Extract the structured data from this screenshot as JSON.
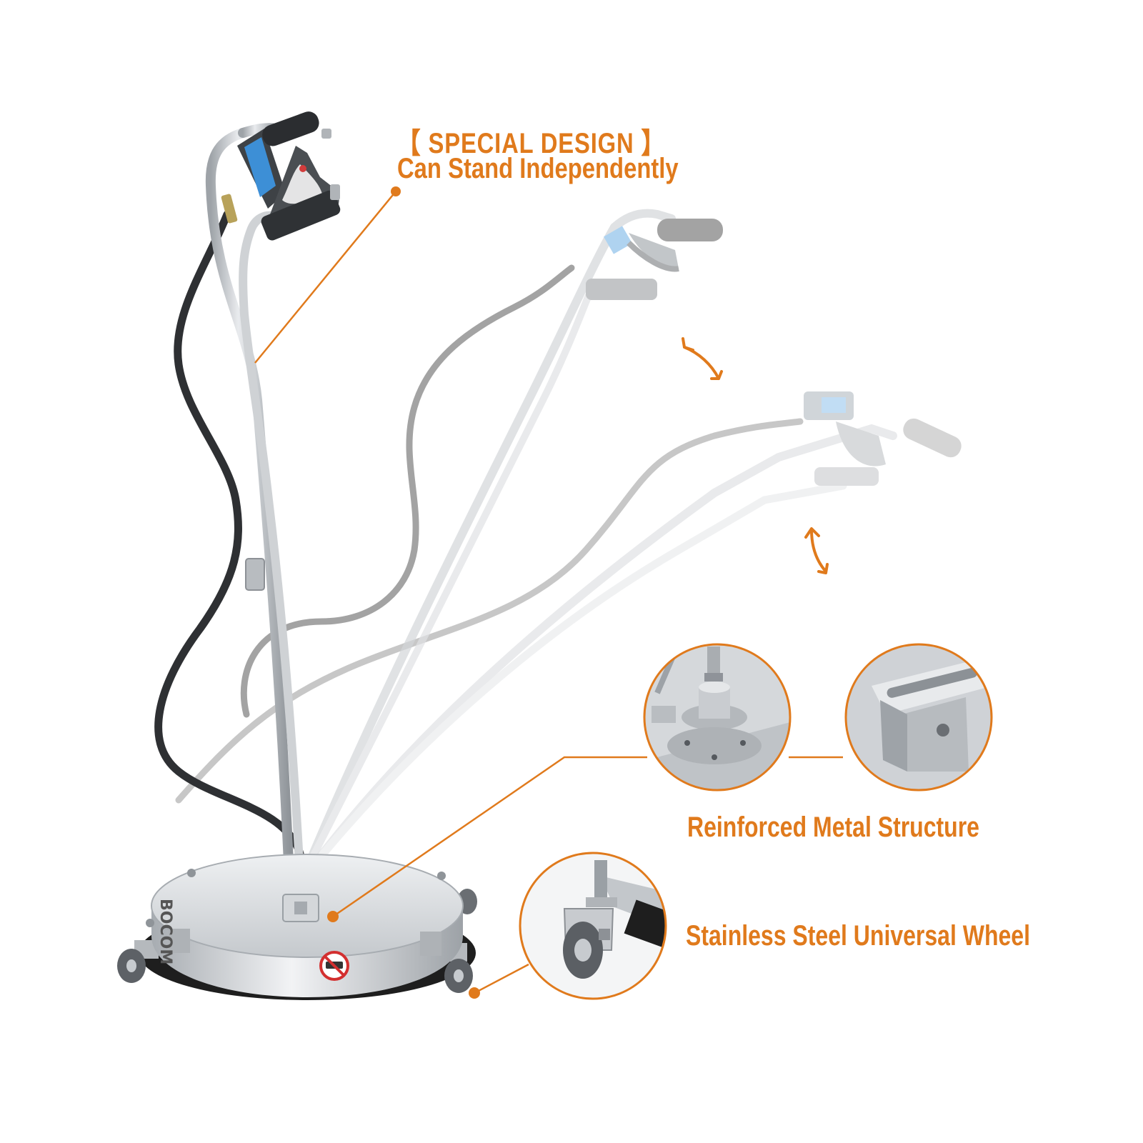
{
  "callouts": {
    "special_design": "【 SPECIAL DESIGN 】",
    "stand": "Can Stand Independently",
    "metal": "Reinforced Metal Structure",
    "wheel": "Stainless Steel Universal Wheel"
  },
  "brand": "BOCOM",
  "colors": {
    "accent": "#e07a1c",
    "steel": "#c9ccd0",
    "steel_dark": "#8d9196",
    "hose": "#2e3033",
    "ghost_hose": "#8a8a8a",
    "blue_label": "#3d8fd6",
    "brush": "#1e1e1e"
  },
  "icons": [
    "rotate-arrow-icon",
    "no-drive-over-icon"
  ]
}
